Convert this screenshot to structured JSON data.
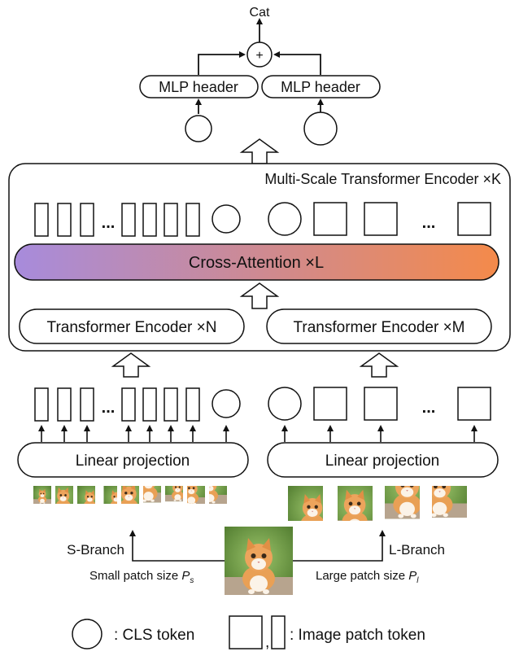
{
  "output_label": "Cat",
  "plus_symbol": "+",
  "mlp_headers": [
    "MLP header",
    "MLP header"
  ],
  "multi_scale_encoder_label": "Multi-Scale Transformer Encoder ×K",
  "cross_attention_label": "Cross-Attention ×L",
  "transformer_encoders": [
    "Transformer Encoder ×N",
    "Transformer Encoder ×M"
  ],
  "ellipsis": "...",
  "linear_projections": [
    "Linear projection",
    "Linear projection"
  ],
  "s_branch_label": "S-Branch",
  "l_branch_label": "L-Branch",
  "small_patch_text": "Small patch size ",
  "small_patch_var": "P",
  "small_patch_sub": "s",
  "large_patch_text": "Large patch size ",
  "large_patch_var": "P",
  "large_patch_sub": "l",
  "legend": {
    "cls_label": ": CLS token",
    "comma": ",",
    "patch_label": ": Image patch token"
  },
  "colors": {
    "gradient_start": "#a78bdc",
    "gradient_end": "#f48a4a",
    "stroke": "#111111"
  }
}
